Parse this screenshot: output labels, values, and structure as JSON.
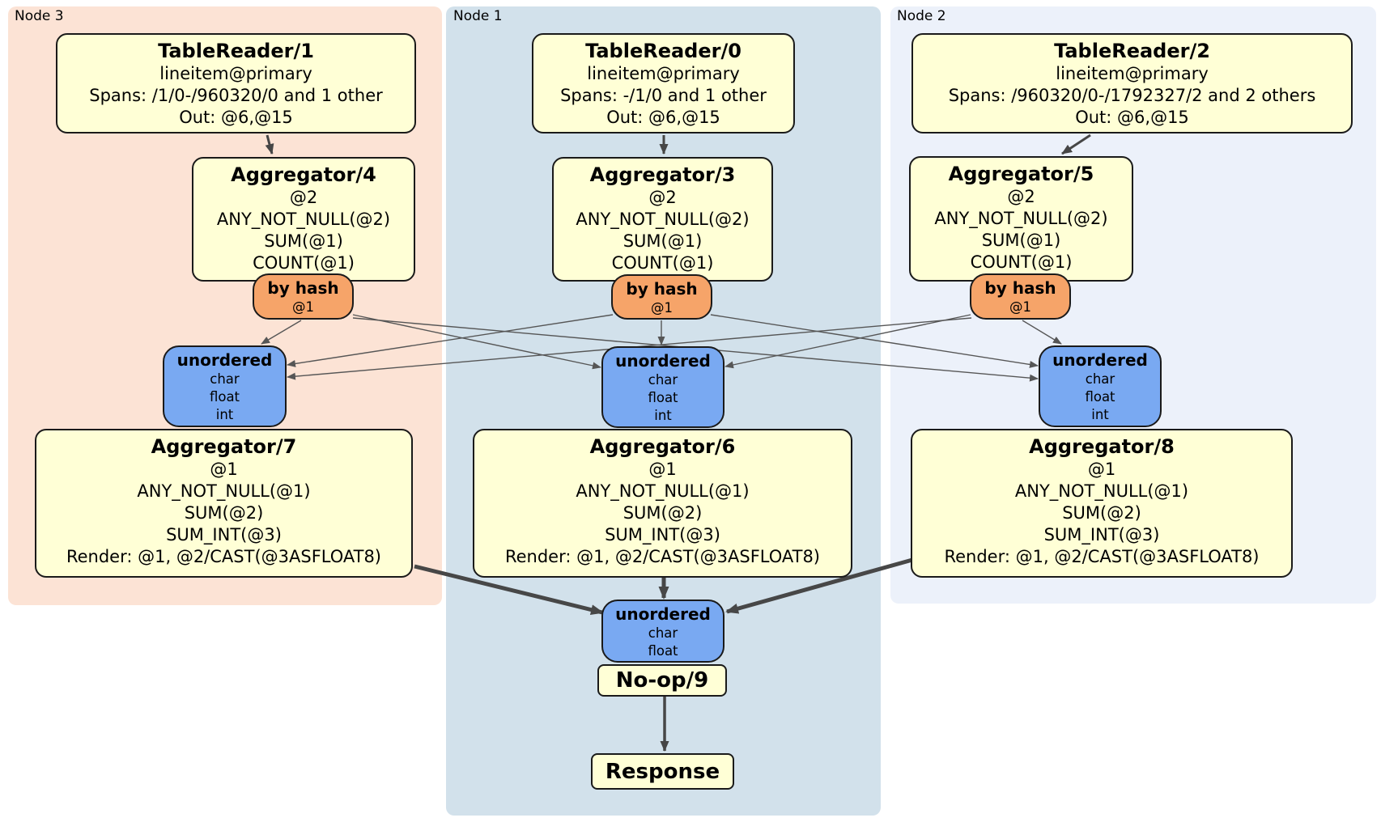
{
  "regions": [
    {
      "id": "node3",
      "label": "Node 3",
      "bg": "#fce3d5"
    },
    {
      "id": "node1",
      "label": "Node 1",
      "bg": "#d2e1eb"
    },
    {
      "id": "node2",
      "label": "Node 2",
      "bg": "#ecf1fa"
    }
  ],
  "colors": {
    "processor_fill": "#ffffd6",
    "router_fill": "#f6a469",
    "stream_fill": "#79a9f2",
    "box_border": "#1a1a1a",
    "edge": "#4a4a4a"
  },
  "boxes": {
    "tr1": {
      "title": "TableReader/1",
      "lines": [
        "lineitem@primary",
        "Spans: /1/0-/960320/0 and 1 other",
        "Out: @6,@15"
      ]
    },
    "tr0": {
      "title": "TableReader/0",
      "lines": [
        "lineitem@primary",
        "Spans: -/1/0 and 1 other",
        "Out: @6,@15"
      ]
    },
    "tr2": {
      "title": "TableReader/2",
      "lines": [
        "lineitem@primary",
        "Spans: /960320/0-/1792327/2 and 2 others",
        "Out: @6,@15"
      ]
    },
    "agg4": {
      "title": "Aggregator/4",
      "lines": [
        "@2",
        "ANY_NOT_NULL(@2)",
        "SUM(@1)",
        "COUNT(@1)"
      ]
    },
    "agg3": {
      "title": "Aggregator/3",
      "lines": [
        "@2",
        "ANY_NOT_NULL(@2)",
        "SUM(@1)",
        "COUNT(@1)"
      ]
    },
    "agg5": {
      "title": "Aggregator/5",
      "lines": [
        "@2",
        "ANY_NOT_NULL(@2)",
        "SUM(@1)",
        "COUNT(@1)"
      ]
    },
    "byhash3": {
      "title": "by hash",
      "lines": [
        "@1"
      ]
    },
    "byhash1": {
      "title": "by hash",
      "lines": [
        "@1"
      ]
    },
    "byhash2": {
      "title": "by hash",
      "lines": [
        "@1"
      ]
    },
    "un3": {
      "title": "unordered",
      "lines": [
        "char",
        "float",
        "int"
      ]
    },
    "un1": {
      "title": "unordered",
      "lines": [
        "char",
        "float",
        "int"
      ]
    },
    "un2": {
      "title": "unordered",
      "lines": [
        "char",
        "float",
        "int"
      ]
    },
    "agg7": {
      "title": "Aggregator/7",
      "lines": [
        "@1",
        "ANY_NOT_NULL(@1)",
        "SUM(@2)",
        "SUM_INT(@3)",
        "Render: @1, @2/CAST(@3ASFLOAT8)"
      ]
    },
    "agg6": {
      "title": "Aggregator/6",
      "lines": [
        "@1",
        "ANY_NOT_NULL(@1)",
        "SUM(@2)",
        "SUM_INT(@3)",
        "Render: @1, @2/CAST(@3ASFLOAT8)"
      ]
    },
    "agg8": {
      "title": "Aggregator/8",
      "lines": [
        "@1",
        "ANY_NOT_NULL(@1)",
        "SUM(@2)",
        "SUM_INT(@3)",
        "Render: @1, @2/CAST(@3ASFLOAT8)"
      ]
    },
    "unbottom": {
      "title": "unordered",
      "lines": [
        "char",
        "float"
      ]
    },
    "noop": {
      "title": "No-op/9"
    },
    "response": {
      "title": "Response"
    }
  }
}
